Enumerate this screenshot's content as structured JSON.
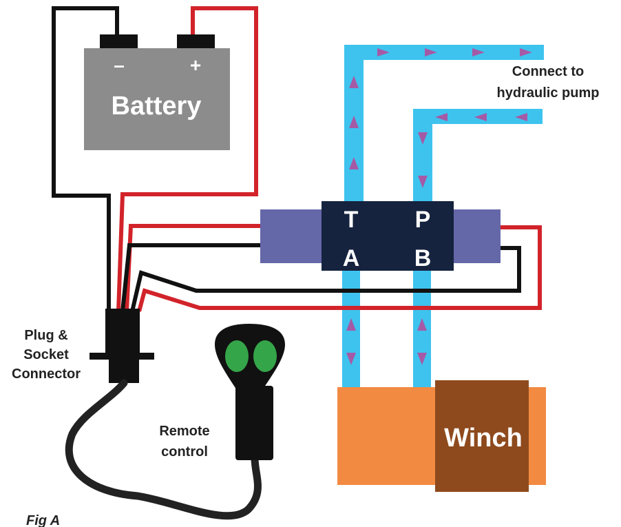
{
  "battery": {
    "label": "Battery",
    "negative": "–",
    "positive": "+"
  },
  "valve": {
    "port_t": "T",
    "port_p": "P",
    "port_a": "A",
    "port_b": "B"
  },
  "pump_label": {
    "line1": "Connect to",
    "line2": "hydraulic pump"
  },
  "connector_label": {
    "line1": "Plug &",
    "line2": "Socket",
    "line3": "Connector"
  },
  "remote_label": {
    "line1": "Remote",
    "line2": "control"
  },
  "winch_label": "Winch",
  "figure_caption": "Fig A",
  "colors": {
    "hose": "#3ec3ee",
    "flow_arrow": "#a55aa6",
    "wire_red": "#d2232a",
    "wire_black": "#111111",
    "battery_body": "#8c8c8c",
    "valve_dark": "#15233f",
    "valve_side": "#6467a8",
    "winch_body": "#f28a42",
    "winch_drum": "#8e4a1d",
    "remote_button": "#35a549"
  }
}
